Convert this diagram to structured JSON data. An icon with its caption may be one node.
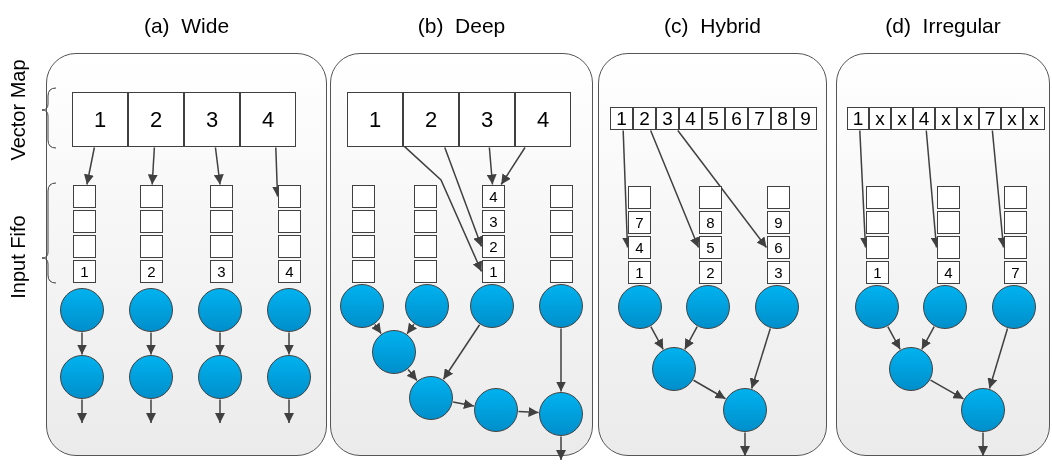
{
  "diagram": {
    "nodes": [
      {
        "text": [
          "(a)  Wide"
        ]
      },
      {
        "text": [
          "1"
        ],
        "in": 0
      },
      {
        "text": [
          "2"
        ],
        "in": 0
      },
      {
        "text": [
          "3"
        ],
        "in": 0
      },
      {
        "text": [
          "4"
        ],
        "in": 0
      },
      {
        "text": [],
        "shape": "box",
        "in": 0
      },
      {
        "text": [],
        "shape": "box",
        "in": 0
      },
      {
        "text": [],
        "shape": "box",
        "in": 0
      },
      {
        "text": [
          "1"
        ],
        "in": 0
      },
      {
        "text": [],
        "shape": "box",
        "in": 0
      },
      {
        "text": [],
        "shape": "box",
        "in": 0
      },
      {
        "text": [],
        "shape": "box",
        "in": 0
      },
      {
        "text": [
          "2"
        ],
        "in": 0
      },
      {
        "text": [],
        "shape": "box",
        "in": 0
      },
      {
        "text": [],
        "shape": "box",
        "in": 0
      },
      {
        "text": [],
        "shape": "box",
        "in": 0
      },
      {
        "text": [
          "3"
        ],
        "in": 0
      },
      {
        "text": [],
        "shape": "box",
        "in": 0
      },
      {
        "text": [],
        "shape": "box",
        "in": 0
      },
      {
        "text": [],
        "shape": "box",
        "in": 0
      },
      {
        "text": [
          "4"
        ],
        "in": 0
      },
      {
        "text": [],
        "shape": "circle",
        "in": 0
      },
      {
        "text": [],
        "shape": "circle",
        "in": 0
      },
      {
        "text": [],
        "shape": "circle",
        "in": 0
      },
      {
        "text": [],
        "shape": "circle",
        "in": 0
      },
      {
        "text": [],
        "shape": "circle",
        "in": 0
      },
      {
        "text": [],
        "shape": "circle",
        "in": 0
      },
      {
        "text": [],
        "shape": "circle",
        "in": 0
      },
      {
        "text": [],
        "shape": "circle",
        "in": 0
      },
      {
        "text": [
          "(b)  Deep"
        ]
      },
      {
        "text": [
          "1"
        ],
        "in": 29
      },
      {
        "text": [
          "2"
        ],
        "in": 29
      },
      {
        "text": [
          "3"
        ],
        "in": 29
      },
      {
        "text": [
          "4"
        ],
        "in": 29
      },
      {
        "text": [],
        "shape": "box",
        "in": 29
      },
      {
        "text": [],
        "shape": "box",
        "in": 29
      },
      {
        "text": [],
        "shape": "box",
        "in": 29
      },
      {
        "text": [],
        "shape": "box",
        "in": 29
      },
      {
        "text": [],
        "shape": "box",
        "in": 29
      },
      {
        "text": [],
        "shape": "box",
        "in": 29
      },
      {
        "text": [],
        "shape": "box",
        "in": 29
      },
      {
        "text": [],
        "shape": "box",
        "in": 29
      },
      {
        "text": [
          "4"
        ],
        "in": 29
      },
      {
        "text": [
          "3"
        ],
        "in": 29
      },
      {
        "text": [
          "2"
        ],
        "in": 29
      },
      {
        "text": [
          "1"
        ],
        "in": 29
      },
      {
        "text": [],
        "shape": "box",
        "in": 29
      },
      {
        "text": [],
        "shape": "box",
        "in": 29
      },
      {
        "text": [],
        "shape": "box",
        "in": 29
      },
      {
        "text": [],
        "shape": "box",
        "in": 29
      },
      {
        "text": [],
        "shape": "circle",
        "in": 29
      },
      {
        "text": [],
        "shape": "circle",
        "in": 29
      },
      {
        "text": [],
        "shape": "circle",
        "in": 29
      },
      {
        "text": [],
        "shape": "circle",
        "in": 29
      },
      {
        "text": [],
        "shape": "circle",
        "in": 29
      },
      {
        "text": [],
        "shape": "circle",
        "in": 29
      },
      {
        "text": [],
        "shape": "circle",
        "in": 29
      },
      {
        "text": [],
        "shape": "circle",
        "in": 29
      },
      {
        "text": [
          "(c)  Hybrid"
        ]
      },
      {
        "text": [
          "1"
        ],
        "in": 58
      },
      {
        "text": [
          "2"
        ],
        "in": 58
      },
      {
        "text": [
          "3"
        ],
        "in": 58
      },
      {
        "text": [
          "4"
        ],
        "in": 58
      },
      {
        "text": [
          "5"
        ],
        "in": 58
      },
      {
        "text": [
          "6"
        ],
        "in": 58
      },
      {
        "text": [
          "7"
        ],
        "in": 58
      },
      {
        "text": [
          "8"
        ],
        "in": 58
      },
      {
        "text": [
          "9"
        ],
        "in": 58
      },
      {
        "text": [],
        "shape": "box",
        "in": 58
      },
      {
        "text": [
          "7"
        ],
        "in": 58
      },
      {
        "text": [
          "4"
        ],
        "in": 58
      },
      {
        "text": [
          "1"
        ],
        "in": 58
      },
      {
        "text": [],
        "shape": "box",
        "in": 58
      },
      {
        "text": [
          "8"
        ],
        "in": 58
      },
      {
        "text": [
          "5"
        ],
        "in": 58
      },
      {
        "text": [
          "2"
        ],
        "in": 58
      },
      {
        "text": [],
        "shape": "box",
        "in": 58
      },
      {
        "text": [
          "9"
        ],
        "in": 58
      },
      {
        "text": [
          "6"
        ],
        "in": 58
      },
      {
        "text": [
          "3"
        ],
        "in": 58
      },
      {
        "text": [],
        "shape": "circle",
        "in": 58
      },
      {
        "text": [],
        "shape": "circle",
        "in": 58
      },
      {
        "text": [],
        "shape": "circle",
        "in": 58
      },
      {
        "text": [],
        "shape": "circle",
        "in": 58
      },
      {
        "text": [],
        "shape": "circle",
        "in": 58
      },
      {
        "text": [
          "(d)  Irregular"
        ]
      },
      {
        "text": [
          "1"
        ],
        "in": 85
      },
      {
        "text": [
          "x"
        ],
        "in": 85
      },
      {
        "text": [
          "x"
        ],
        "in": 85
      },
      {
        "text": [
          "4"
        ],
        "in": 85
      },
      {
        "text": [
          "x"
        ],
        "in": 85
      },
      {
        "text": [
          "x"
        ],
        "in": 85
      },
      {
        "text": [
          "7"
        ],
        "in": 85
      },
      {
        "text": [
          "x"
        ],
        "in": 85
      },
      {
        "text": [
          "x"
        ],
        "in": 85
      },
      {
        "text": [],
        "shape": "box",
        "in": 85
      },
      {
        "text": [],
        "shape": "box",
        "in": 85
      },
      {
        "text": [],
        "shape": "box",
        "in": 85
      },
      {
        "text": [
          "1"
        ],
        "in": 85
      },
      {
        "text": [],
        "shape": "box",
        "in": 85
      },
      {
        "text": [],
        "shape": "box",
        "in": 85
      },
      {
        "text": [],
        "shape": "box",
        "in": 85
      },
      {
        "text": [
          "4"
        ],
        "in": 85
      },
      {
        "text": [],
        "shape": "box",
        "in": 85
      },
      {
        "text": [],
        "shape": "box",
        "in": 85
      },
      {
        "text": [],
        "shape": "box",
        "in": 85
      },
      {
        "text": [
          "7"
        ],
        "in": 85
      },
      {
        "text": [],
        "shape": "circle",
        "in": 85
      },
      {
        "text": [],
        "shape": "circle",
        "in": 85
      },
      {
        "text": [],
        "shape": "circle",
        "in": 85
      },
      {
        "text": [],
        "shape": "circle",
        "in": 85
      },
      {
        "text": [],
        "shape": "circle",
        "in": 85
      }
    ],
    "edges": [
      {
        "from": 1,
        "to": 5,
        "arrow": "to"
      },
      {
        "from": 2,
        "to": 9,
        "arrow": "to"
      },
      {
        "from": 3,
        "to": 13,
        "arrow": "to"
      },
      {
        "from": 4,
        "to": 17,
        "arrow": "to"
      },
      {
        "from": 21,
        "to": 25,
        "arrow": "to"
      },
      {
        "from": 22,
        "to": 26,
        "arrow": "to"
      },
      {
        "from": 23,
        "to": 27,
        "arrow": "to"
      },
      {
        "from": 24,
        "to": 28,
        "arrow": "to"
      },
      {
        "from": 25,
        "to": null,
        "arrow": "to"
      },
      {
        "from": 26,
        "to": null,
        "arrow": "to"
      },
      {
        "from": 27,
        "to": null,
        "arrow": "to"
      },
      {
        "from": 28,
        "to": null,
        "arrow": "to"
      },
      {
        "from": 30,
        "to": 45,
        "arrow": "to"
      },
      {
        "from": 31,
        "to": 44,
        "arrow": "to"
      },
      {
        "from": 32,
        "to": 42,
        "arrow": "to"
      },
      {
        "from": 33,
        "to": 42,
        "arrow": "to"
      },
      {
        "from": 50,
        "to": 54,
        "arrow": "to"
      },
      {
        "from": 51,
        "to": 54,
        "arrow": "to"
      },
      {
        "from": 54,
        "to": 55,
        "arrow": "to"
      },
      {
        "from": 52,
        "to": 55,
        "arrow": "to"
      },
      {
        "from": 55,
        "to": 56,
        "arrow": "to"
      },
      {
        "from": 56,
        "to": 57,
        "arrow": "to"
      },
      {
        "from": 53,
        "to": 57,
        "arrow": "to"
      },
      {
        "from": 57,
        "to": null,
        "arrow": "to"
      },
      {
        "from": 59,
        "to": 70,
        "arrow": "to"
      },
      {
        "from": 60,
        "to": 74,
        "arrow": "to"
      },
      {
        "from": 61,
        "to": 78,
        "arrow": "to"
      },
      {
        "from": 80,
        "to": 83,
        "arrow": "to"
      },
      {
        "from": 81,
        "to": 83,
        "arrow": "to"
      },
      {
        "from": 83,
        "to": 84,
        "arrow": "to"
      },
      {
        "from": 82,
        "to": 84,
        "arrow": "to"
      },
      {
        "from": 84,
        "to": null,
        "arrow": "to"
      },
      {
        "from": 86,
        "to": 97,
        "arrow": "to"
      },
      {
        "from": 89,
        "to": 101,
        "arrow": "to"
      },
      {
        "from": 92,
        "to": 105,
        "arrow": "to"
      },
      {
        "from": 107,
        "to": 110,
        "arrow": "to"
      },
      {
        "from": 108,
        "to": 110,
        "arrow": "to"
      },
      {
        "from": 110,
        "to": 111,
        "arrow": "to"
      },
      {
        "from": 109,
        "to": 111,
        "arrow": "to"
      },
      {
        "from": 111,
        "to": null,
        "arrow": "to"
      }
    ],
    "labels": [
      "Vector Map",
      "Input Fifo"
    ]
  }
}
